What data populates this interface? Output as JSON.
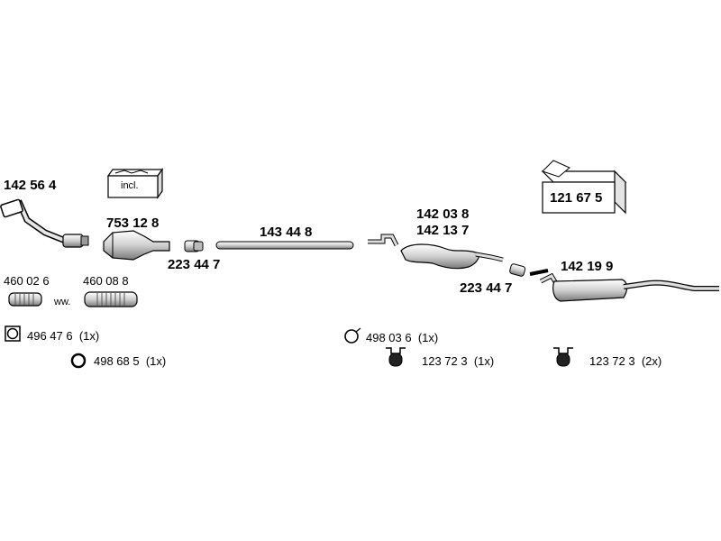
{
  "parts": {
    "front_pipe": "142 56 4",
    "catalyst": "753 12 8",
    "clamp_front": "223 44 7",
    "mid_pipe": "143 44 8",
    "mid_silencer_a": "142 03 8",
    "mid_silencer_b": "142 13 7",
    "clamp_rear": "223 44 7",
    "rear_silencer": "142 19 9",
    "flex_a": "460 02 6",
    "flex_b": "460 08 8",
    "flex_sep": "ww.",
    "gasket_square": "496 47 6",
    "gasket_square_qty": "(1x)",
    "gasket_ring": "498 68 5",
    "gasket_ring_qty": "(1x)",
    "ring_mid": "498 03 6",
    "ring_mid_qty": "(1x)",
    "hanger_mid": "123 72 3",
    "hanger_mid_qty": "(1x)",
    "hanger_rear": "123 72 3",
    "hanger_rear_qty": "(2x)",
    "kit_box": "121 67 5",
    "incl_box": "incl."
  }
}
